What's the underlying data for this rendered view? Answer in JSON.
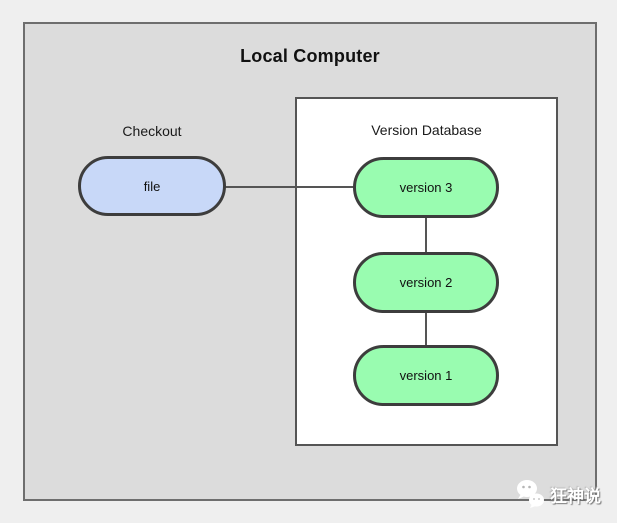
{
  "diagram": {
    "title": "Local Computer",
    "checkout": {
      "label": "Checkout",
      "node_label": "file"
    },
    "version_database": {
      "label": "Version Database",
      "nodes": [
        "version 3",
        "version 2",
        "version 1"
      ]
    },
    "connections": [
      {
        "from": "file",
        "to": "version 3"
      },
      {
        "from": "version 3",
        "to": "version 2"
      },
      {
        "from": "version 2",
        "to": "version 1"
      }
    ],
    "colors": {
      "page_background": "#efefef",
      "outer_box_fill": "#dcdcdc",
      "outer_box_border": "#6e6e6e",
      "inner_box_fill": "#ffffff",
      "inner_box_border": "#555555",
      "file_node_fill": "#c8d8f8",
      "version_node_fill": "#99fcb0",
      "node_border": "#3d3d3d",
      "connector": "#555555"
    },
    "watermark": {
      "icon": "chat-bubbles-icon",
      "text": "狂神说"
    }
  }
}
